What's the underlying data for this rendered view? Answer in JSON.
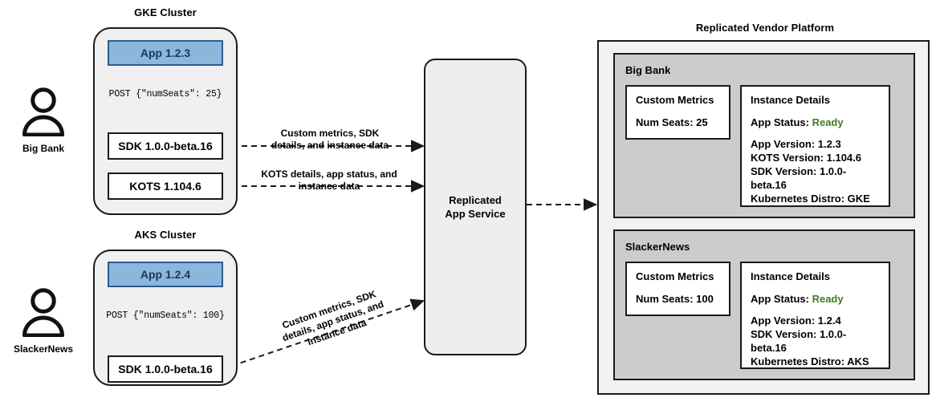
{
  "diagram": {
    "title_gke": "GKE Cluster",
    "title_aks": "AKS Cluster",
    "title_platform": "Replicated Vendor Platform"
  },
  "actors": [
    {
      "name": "Big Bank",
      "icon": "person-icon"
    },
    {
      "name": "SlackerNews",
      "icon": "person-icon"
    }
  ],
  "gke_cluster": {
    "app_label": "App 1.2.3",
    "post_label": "POST {\"numSeats\": 25}",
    "sdk_label": "SDK 1.0.0-beta.16",
    "kots_label": "KOTS 1.104.6"
  },
  "aks_cluster": {
    "app_label": "App 1.2.4",
    "post_label": "POST {\"numSeats\": 100}",
    "sdk_label": "SDK 1.0.0-beta.16"
  },
  "service": {
    "line1": "Replicated",
    "line2": "App Service"
  },
  "edges": [
    {
      "id": "sdk-to-service",
      "line1": "Custom metrics, SDK",
      "line2": "details, and instance data"
    },
    {
      "id": "kots-to-service",
      "line1": "KOTS details, app status, and",
      "line2": "instance data"
    },
    {
      "id": "aks-sdk-to-service",
      "line1": "Custom metrics, SDK",
      "line2": "details, app status, and",
      "line3": "instance data"
    }
  ],
  "platform": {
    "tenants": [
      {
        "name": "Big Bank",
        "metrics": {
          "heading": "Custom Metrics",
          "row": "Num Seats: 25"
        },
        "details": {
          "heading": "Instance Details",
          "status_label": "App Status:",
          "status_value": "Ready",
          "rows": [
            "App Version: 1.2.3",
            "KOTS Version: 1.104.6",
            "SDK Version: 1.0.0-beta.16",
            "Kubernetes Distro: GKE"
          ]
        }
      },
      {
        "name": "SlackerNews",
        "metrics": {
          "heading": "Custom Metrics",
          "row": "Num Seats: 100"
        },
        "details": {
          "heading": "Instance Details",
          "status_label": "App Status:",
          "status_value": "Ready",
          "rows": [
            "App Version: 1.2.4",
            "SDK Version: 1.0.0-beta.16",
            "Kubernetes Distro: AKS"
          ]
        }
      }
    ]
  },
  "colors": {
    "app_fill": "#8cb6dc",
    "app_border": "#2a5d8f",
    "cluster_fill": "#f0f0f0",
    "tenant_fill": "#cccccc",
    "platform_fill": "#f2f2f2",
    "status_ready": "#3f7d22",
    "stroke": "#1a1a1a"
  }
}
